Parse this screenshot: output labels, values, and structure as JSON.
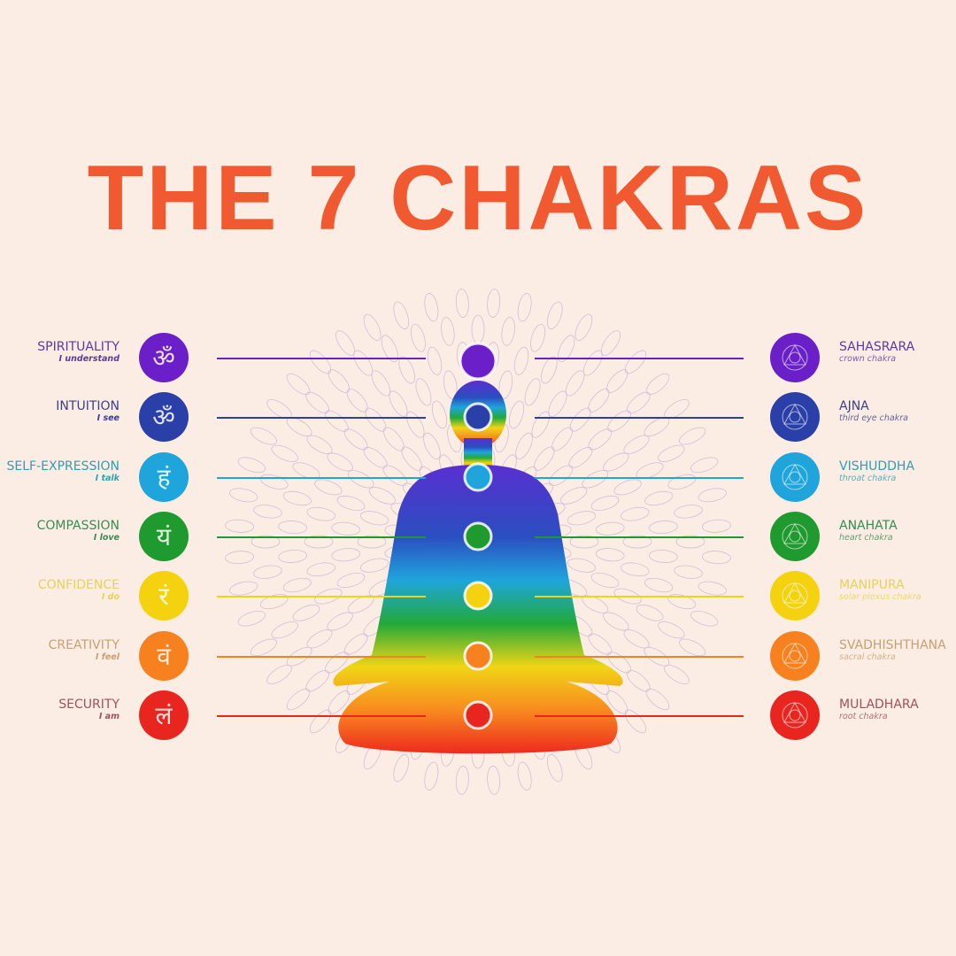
{
  "title": "THE 7 CHAKRAS",
  "chakras": [
    {
      "quality": "SPIRITUALITY",
      "affirmation": "I understand",
      "symbol": "ॐ",
      "name": "SAHASRARA",
      "type": "crown chakra",
      "color": "#6a1fc9",
      "text_color": "#5a3aa0"
    },
    {
      "quality": "INTUITION",
      "affirmation": "I see",
      "symbol": "ॐ",
      "name": "AJNA",
      "type": "third eye chakra",
      "color": "#2a3fa8",
      "text_color": "#3a3f8a"
    },
    {
      "quality": "SELF-EXPRESSION",
      "affirmation": "I talk",
      "symbol": "हं",
      "name": "VISHUDDHA",
      "type": "throat chakra",
      "color": "#1fa5dc",
      "text_color": "#2e9fb0"
    },
    {
      "quality": "COMPASSION",
      "affirmation": "I love",
      "symbol": "यं",
      "name": "ANAHATA",
      "type": "heart chakra",
      "color": "#1f9a2e",
      "text_color": "#3a8a55"
    },
    {
      "quality": "CONFIDENCE",
      "affirmation": "I do",
      "symbol": "रं",
      "name": "MANIPURA",
      "type": "solar plexus chakra",
      "color": "#f5d20f",
      "text_color": "#e6d15a"
    },
    {
      "quality": "CREATIVITY",
      "affirmation": "I feel",
      "symbol": "वं",
      "name": "SVADHISHTHANA",
      "type": "sacral chakra",
      "color": "#f7801f",
      "text_color": "#c8a070"
    },
    {
      "quality": "SECURITY",
      "affirmation": "I am",
      "symbol": "लं",
      "name": "MULADHARA",
      "type": "root chakra",
      "color": "#e8261f",
      "text_color": "#a05060"
    }
  ]
}
